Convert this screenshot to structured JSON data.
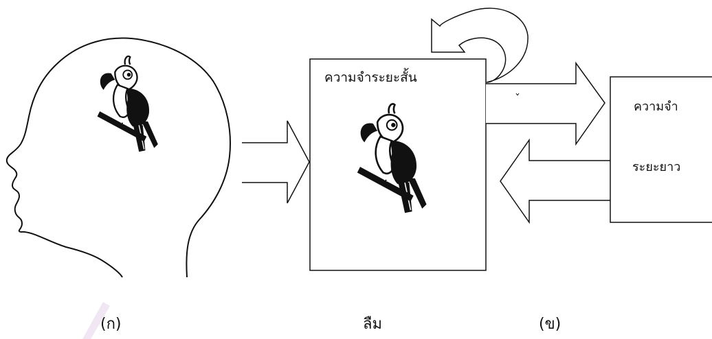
{
  "labels": {
    "short_term_memory": "ความจำระยะสั้น",
    "long_term_memory_line1": "ความจำ",
    "long_term_memory_line2": "ระยะยาว",
    "caption_a": "(ก)",
    "caption_forget": "ลืม",
    "caption_b": "(ข)",
    "tick": "ˇ"
  },
  "colors": {
    "line": "#111111",
    "fill": "#ffffff",
    "watermark": "#f0e6f4"
  },
  "icons": {
    "parrot": "parrot-icon",
    "head": "human-head-profile"
  }
}
